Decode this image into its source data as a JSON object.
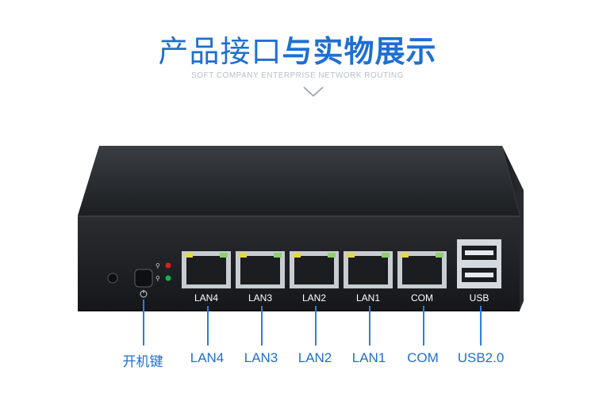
{
  "header": {
    "title_light": "产品接口",
    "title_bold": "与实物展示",
    "subtitle": "SOFT COMPANY ENTERPRISE NETWORK ROUTING"
  },
  "device": {
    "ports": [
      "LAN4",
      "LAN3",
      "LAN2",
      "LAN1",
      "COM",
      "USB"
    ]
  },
  "callouts": [
    "开机键",
    "LAN4",
    "LAN3",
    "LAN2",
    "LAN1",
    "COM",
    "USB2.0"
  ],
  "colors": {
    "accent": "#1f6fd1",
    "callout_line": "#2c7de0",
    "led_red": "#d91e1e",
    "led_green": "#18b04a"
  }
}
